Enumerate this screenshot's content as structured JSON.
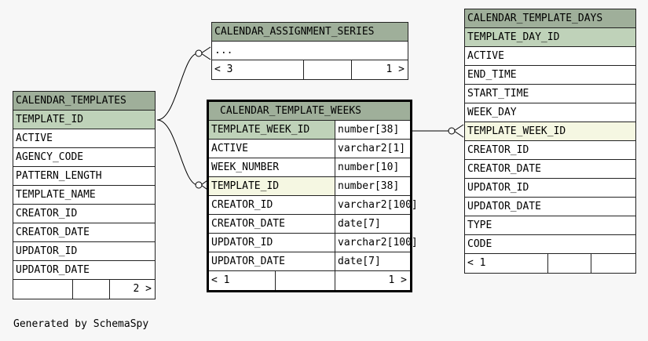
{
  "footer_text": "Generated by SchemaSpy",
  "tables": {
    "assignment_series": {
      "name": "CALENDAR_ASSIGNMENT_SERIES",
      "columns": [
        {
          "name": "..."
        }
      ],
      "footer": {
        "left": "< 3",
        "right": "1 >"
      }
    },
    "templates": {
      "name": "CALENDAR_TEMPLATES",
      "columns": [
        {
          "name": "TEMPLATE_ID",
          "key": "pk"
        },
        {
          "name": "ACTIVE"
        },
        {
          "name": "AGENCY_CODE"
        },
        {
          "name": "PATTERN_LENGTH"
        },
        {
          "name": "TEMPLATE_NAME"
        },
        {
          "name": "CREATOR_ID"
        },
        {
          "name": "CREATOR_DATE"
        },
        {
          "name": "UPDATOR_ID"
        },
        {
          "name": "UPDATOR_DATE"
        }
      ],
      "footer": {
        "left": "",
        "right": "2 >"
      }
    },
    "weeks": {
      "name": "CALENDAR_TEMPLATE_WEEKS",
      "columns": [
        {
          "name": "TEMPLATE_WEEK_ID",
          "type": "number[38]",
          "key": "pk"
        },
        {
          "name": "ACTIVE",
          "type": "varchar2[1]"
        },
        {
          "name": "WEEK_NUMBER",
          "type": "number[10]"
        },
        {
          "name": "TEMPLATE_ID",
          "type": "number[38]",
          "key": "fk"
        },
        {
          "name": "CREATOR_ID",
          "type": "varchar2[100]"
        },
        {
          "name": "CREATOR_DATE",
          "type": "date[7]"
        },
        {
          "name": "UPDATOR_ID",
          "type": "varchar2[100]"
        },
        {
          "name": "UPDATOR_DATE",
          "type": "date[7]"
        }
      ],
      "footer": {
        "left": "< 1",
        "right": "1 >"
      }
    },
    "days": {
      "name": "CALENDAR_TEMPLATE_DAYS",
      "columns": [
        {
          "name": "TEMPLATE_DAY_ID",
          "key": "pk"
        },
        {
          "name": "ACTIVE"
        },
        {
          "name": "END_TIME"
        },
        {
          "name": "START_TIME"
        },
        {
          "name": "WEEK_DAY"
        },
        {
          "name": "TEMPLATE_WEEK_ID",
          "key": "fk"
        },
        {
          "name": "CREATOR_ID"
        },
        {
          "name": "CREATOR_DATE"
        },
        {
          "name": "UPDATOR_ID"
        },
        {
          "name": "UPDATOR_DATE"
        },
        {
          "name": "TYPE"
        },
        {
          "name": "CODE"
        }
      ],
      "footer": {
        "left": "< 1",
        "right": ""
      }
    }
  },
  "colors": {
    "header": "#9faf9a",
    "primary_key": "#bfd2b9",
    "foreign_key": "#f5f7e2"
  }
}
